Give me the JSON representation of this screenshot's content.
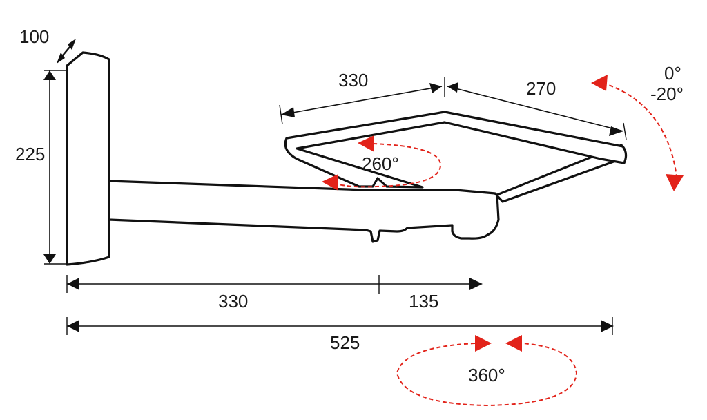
{
  "labels": {
    "depth": "100",
    "height": "225",
    "arm_front_length": "330",
    "arm_rear_length": "270",
    "tilt_top": "0°",
    "tilt_bottom": "-20°",
    "swivel_upper": "260°",
    "reach_inner": "330",
    "reach_extra": "135",
    "reach_total": "525",
    "swivel_base": "360°"
  },
  "colors": {
    "outline": "#111111",
    "rotation_accent": "#e2231a",
    "text": "#1a1a1a"
  }
}
